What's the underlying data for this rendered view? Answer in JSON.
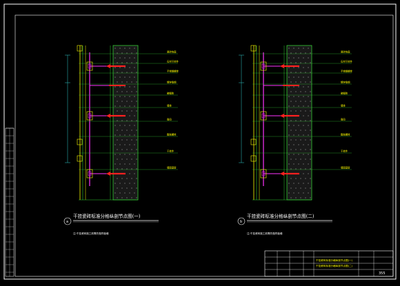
{
  "drawing": {
    "details": [
      {
        "marker": "a",
        "title": "干挂瓷砖标准分格纵剖节点图(一)",
        "note": "注:干挂瓷砖施工前需先做样板墙",
        "callouts": [
          "瓷砖饰面",
          "石材干挂件",
          "不锈钢螺栓",
          "镀锌角钢",
          "嵌缝胶",
          "墙体",
          "角码",
          "膨胀螺栓",
          "干挂件",
          "墙面基层"
        ]
      },
      {
        "marker": "b",
        "title": "干挂瓷砖标准分格纵剖节点图(二)",
        "note": "注:干挂瓷砖施工前需先做样板墙",
        "callouts": [
          "瓷砖饰面",
          "石材干挂件",
          "不锈钢螺栓",
          "镀锌角钢",
          "嵌缝胶",
          "墙体",
          "角码",
          "膨胀螺栓",
          "干挂件",
          "墙面基层"
        ]
      }
    ],
    "title_block": {
      "drawing_name_1": "干挂瓷砖标准分格纵剖节点图(一)",
      "drawing_name_2": "干挂瓷砖标准分格纵剖节点图(二)",
      "sheet_no": "355"
    }
  },
  "colors": {
    "background": "#000000",
    "frame": "#ffffff",
    "yellow": "#ffff00",
    "green": "#33cc33",
    "magenta": "#ff33ff",
    "red": "#ff2020",
    "cyan": "#33cccc",
    "blue": "#3366ff"
  }
}
